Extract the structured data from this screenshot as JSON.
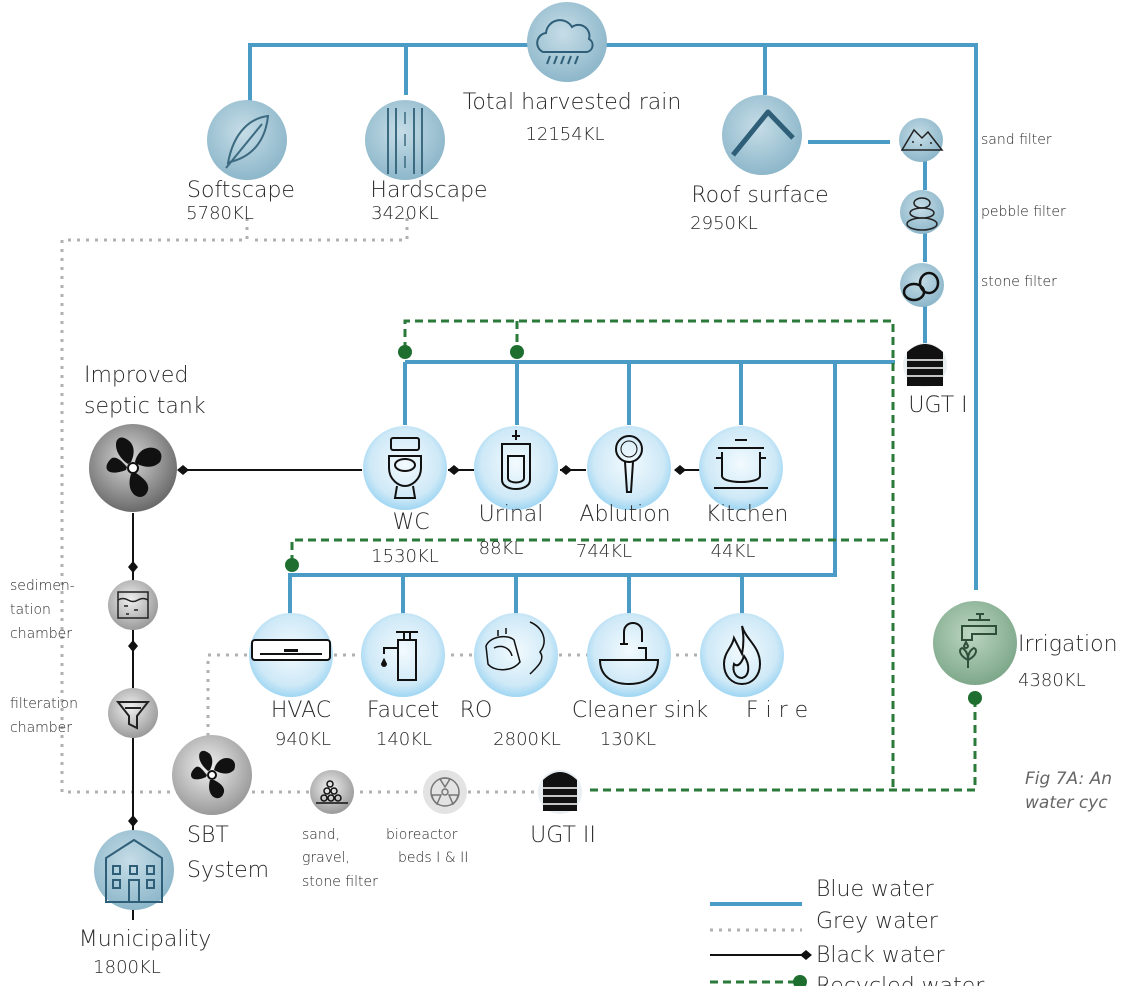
{
  "nodes": {
    "rain": {
      "label": "Total harvested rain",
      "value": "12154KL"
    },
    "softscape": {
      "label": "Softscape",
      "value": "5780KL"
    },
    "hardscape": {
      "label": "Hardscape",
      "value": "3420KL"
    },
    "roof": {
      "label": "Roof surface",
      "value": "2950KL"
    },
    "sand_filter": {
      "label": "sand filter"
    },
    "pebble_filter": {
      "label": "pebble filter"
    },
    "stone_filter": {
      "label": "stone filter"
    },
    "ugt1": {
      "label": "UGT I"
    },
    "septic": {
      "label_line1": "Improved",
      "label_line2": "septic tank"
    },
    "wc": {
      "label": "WC",
      "value": "1530KL"
    },
    "urinal": {
      "label": "Urinal",
      "value": "88KL"
    },
    "ablution": {
      "label": "Ablution",
      "value": "744KL"
    },
    "kitchen": {
      "label": "Kitchen",
      "value": "44KL"
    },
    "hvac": {
      "label": "HVAC",
      "value": "940KL"
    },
    "faucet": {
      "label": "Faucet",
      "value": "140KL"
    },
    "ro": {
      "label": "RO",
      "value": "2800KL"
    },
    "cleaner_sink": {
      "label": "Cleaner sink",
      "value": "130KL"
    },
    "fire": {
      "label": "F i r e"
    },
    "irrigation": {
      "label": "Irrigation",
      "value": "4380KL"
    },
    "sedimentation": {
      "line1": "sedimen-",
      "line2": "tation",
      "line3": "chamber"
    },
    "filtration": {
      "line1": "filteration",
      "line2": "chamber"
    },
    "sbt": {
      "line1": "SBT",
      "line2": "System"
    },
    "sand_gravel": {
      "line1": "sand,",
      "line2": "gravel,",
      "line3": "stone filter"
    },
    "bioreactor": {
      "line1": "bioreactor",
      "line2": "beds I & II"
    },
    "ugt2": {
      "label": "UGT II"
    },
    "municipality": {
      "label": "Municipality",
      "value": "1800KL"
    }
  },
  "legend": {
    "blue": "Blue water",
    "grey": "Grey water",
    "black": "Black water",
    "recycled": "Recycled water"
  },
  "caption": {
    "line1": "Fig 7A: An",
    "line2": "water cyc"
  },
  "colors": {
    "blue_water": "#4a9cc7",
    "grey_water": "#b0b0b0",
    "black_water": "#111111",
    "recycled_water": "#2a7a3a",
    "fixture_fill": "#d4ecf8",
    "node_fill": "#a8c8d6",
    "irrigation_fill": "#8fb59a"
  }
}
